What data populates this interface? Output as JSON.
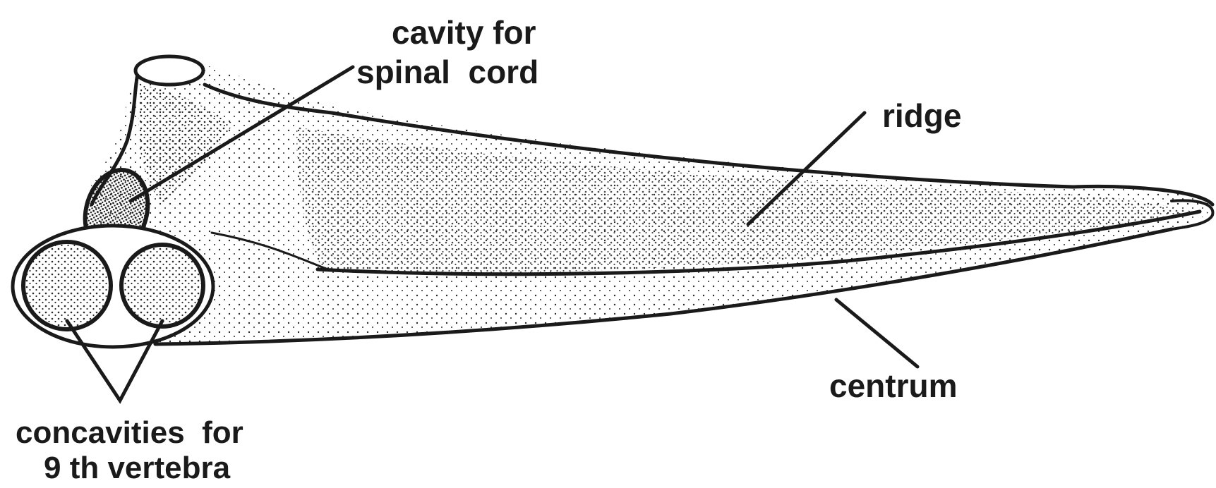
{
  "labels": {
    "cavity_line1": "cavity for",
    "cavity_line2": "spinal  cord",
    "ridge": "ridge",
    "centrum": "centrum",
    "concavities_line1": "concavities  for",
    "concavities_line2": "9 th vertebra"
  },
  "colors": {
    "ink": "#1a1a1a",
    "paper": "#ffffff",
    "stipple": "#2a2a2a"
  }
}
